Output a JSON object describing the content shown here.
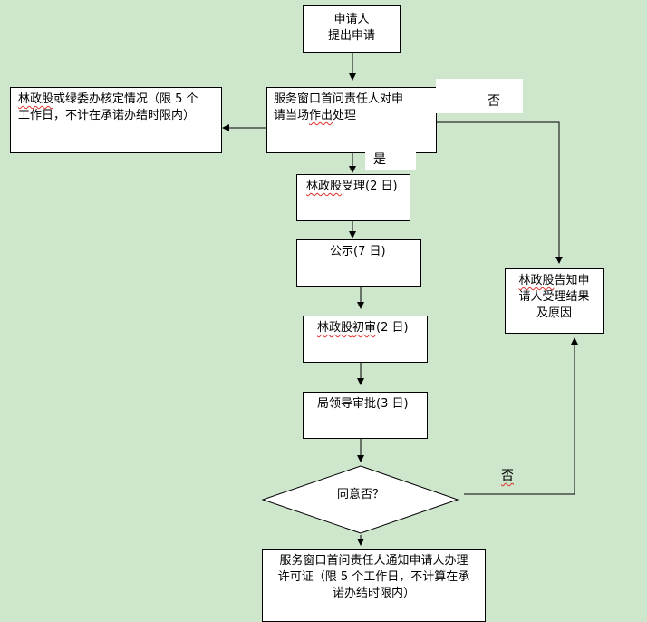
{
  "nodes": {
    "applicant_l1": "申请人",
    "applicant_l2": "提出申请",
    "window_a": "服务窗口首问责任人对申",
    "window_b1": "请当场",
    "window_b2": "作出",
    "window_b3": "处理",
    "verify_a1": "林政股",
    "verify_a2": "或绿委办核定情况（限 5 个",
    "verify_b": "工作日，不计在承诺办结时限内）",
    "accept_1": "林政股",
    "accept_2": "受理(2 日)",
    "publicize": "公示(7 日)",
    "review_1": "林政股",
    "review_2": "初审",
    "review_3": "(2 日)",
    "approve": "局领导审批(3 日)",
    "decision": "同意否？",
    "notify_reason_1": "林政股",
    "notify_reason_2": "告知申",
    "notify_reason_3": "请人受理结果",
    "notify_reason_4": "及原因",
    "permit_a": "服务窗口首问责任人通知申请人办理",
    "permit_b": "许可证（限 5 个工作日，不计算在承",
    "permit_c": "诺办结时限内）"
  },
  "labels": {
    "no_top": "否",
    "yes": "是",
    "no_bottom": "否"
  }
}
